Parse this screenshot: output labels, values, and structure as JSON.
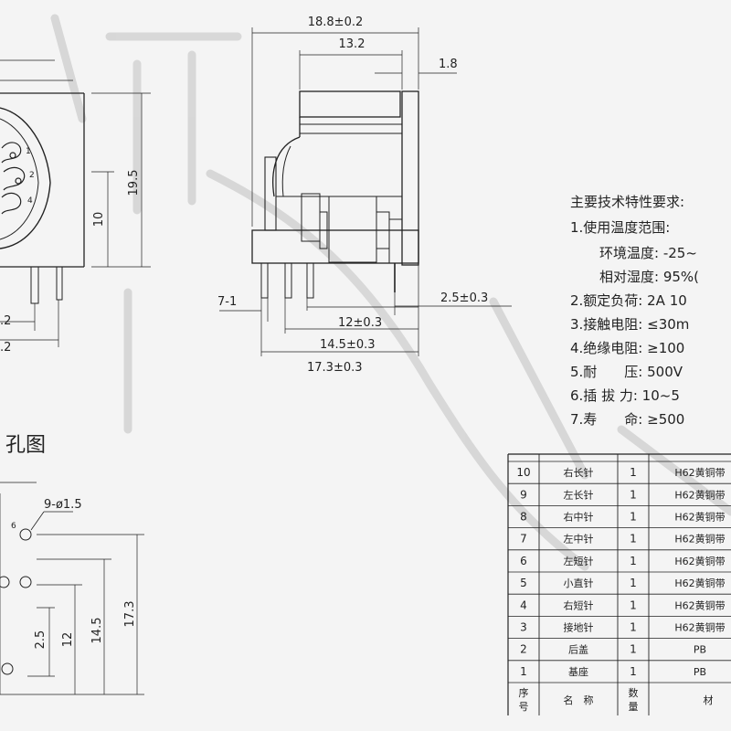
{
  "palette": {
    "background": "#f4f4f4",
    "ink": "#222222",
    "watermark": "#cfcfcf"
  },
  "front_view": {
    "dims": {
      "height": "19.5",
      "pin_pitch": "10",
      "left_a": ".2",
      "left_b": ".2"
    },
    "pin_labels": [
      "1",
      "2",
      "4"
    ]
  },
  "side_view": {
    "dims": {
      "overall_width": "18.8±0.2",
      "body_width": "13.2",
      "rear_offset": "1.8",
      "pin_left": "7-1",
      "pin_right": "2.5±0.3",
      "pin_12": "12±0.3",
      "pin_145": "14.5±0.3",
      "pin_173": "17.3±0.3"
    }
  },
  "hole_layout": {
    "title": "孔图",
    "hole_callout": "9-ø1.5",
    "hole_number": "6",
    "dims": {
      "d25": "2.5",
      "d12": "12",
      "d145": "14.5",
      "d173": "17.3"
    }
  },
  "specs": {
    "heading": "主要技术特性要求:",
    "items": [
      "1.使用温度范围:",
      "环境温度: -25~",
      "相对湿度: 95%(",
      "2.额定负荷: 2A 10",
      "3.接触电阻: ≤30m",
      "4.绝缘电阻: ≥100",
      "5.耐　　压: 500V",
      "6.插 拔 力: 10~5",
      "7.寿　　命: ≥500"
    ]
  },
  "parts_table": {
    "rows": [
      {
        "no": "10",
        "name": "右长针",
        "qty": "1",
        "material": "H62黄铜带"
      },
      {
        "no": "9",
        "name": "左长针",
        "qty": "1",
        "material": "H62黄铜带"
      },
      {
        "no": "8",
        "name": "右中针",
        "qty": "1",
        "material": "H62黄铜带"
      },
      {
        "no": "7",
        "name": "左中针",
        "qty": "1",
        "material": "H62黄铜带"
      },
      {
        "no": "6",
        "name": "左短针",
        "qty": "1",
        "material": "H62黄铜带"
      },
      {
        "no": "5",
        "name": "小直针",
        "qty": "1",
        "material": "H62黄铜带"
      },
      {
        "no": "4",
        "name": "右短针",
        "qty": "1",
        "material": "H62黄铜带"
      },
      {
        "no": "3",
        "name": "接地针",
        "qty": "1",
        "material": "H62黄铜带"
      },
      {
        "no": "2",
        "name": "后盖",
        "qty": "1",
        "material": "PB"
      },
      {
        "no": "1",
        "name": "基座",
        "qty": "1",
        "material": "PB"
      }
    ],
    "header": {
      "no": "序号",
      "name": "名　称",
      "qty": "数量",
      "material": "材"
    }
  }
}
